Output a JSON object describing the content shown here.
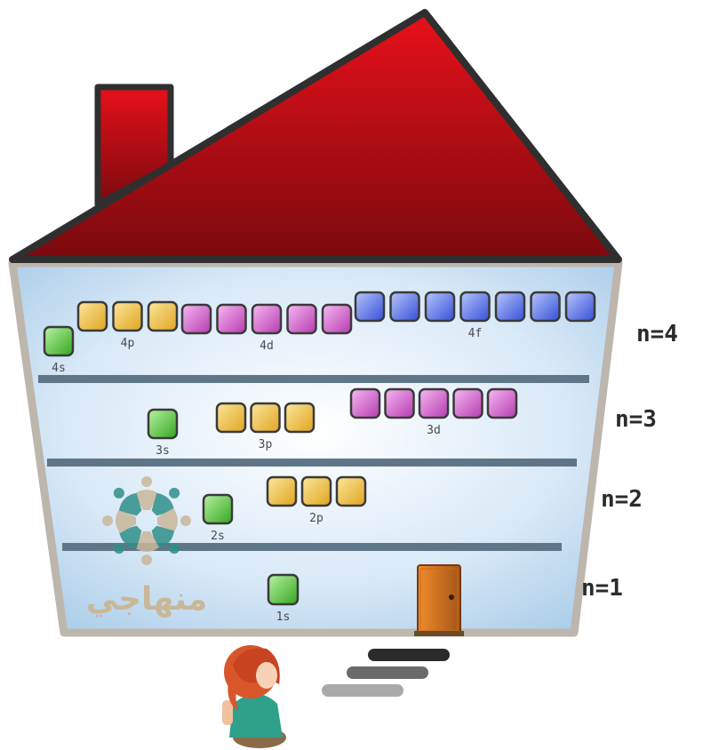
{
  "colors": {
    "roof": "#b5101a",
    "wall_outline": "#bdb6ad",
    "floor_slab": "#5f7688",
    "s_orbital": "#5fd14a",
    "p_orbital": "#f2c54a",
    "d_orbital": "#d85fd0",
    "f_orbital": "#5a73f0",
    "door": "#d9781e"
  },
  "levels": [
    {
      "label": "n=4",
      "subshells": [
        {
          "name": "4s",
          "type": "s",
          "boxes": 1
        },
        {
          "name": "4p",
          "type": "p",
          "boxes": 3
        },
        {
          "name": "4d",
          "type": "d",
          "boxes": 5
        },
        {
          "name": "4f",
          "type": "f",
          "boxes": 7
        }
      ]
    },
    {
      "label": "n=3",
      "subshells": [
        {
          "name": "3s",
          "type": "s",
          "boxes": 1
        },
        {
          "name": "3p",
          "type": "p",
          "boxes": 3
        },
        {
          "name": "3d",
          "type": "d",
          "boxes": 5
        }
      ]
    },
    {
      "label": "n=2",
      "subshells": [
        {
          "name": "2s",
          "type": "s",
          "boxes": 1
        },
        {
          "name": "2p",
          "type": "p",
          "boxes": 3
        }
      ]
    },
    {
      "label": "n=1",
      "subshells": [
        {
          "name": "1s",
          "type": "s",
          "boxes": 1
        }
      ]
    }
  ],
  "logo": {
    "text": "منهاجي"
  },
  "icons": [
    "chimney-icon",
    "door-icon",
    "child-figure-icon",
    "logo-emblem-icon",
    "steps-icon"
  ]
}
